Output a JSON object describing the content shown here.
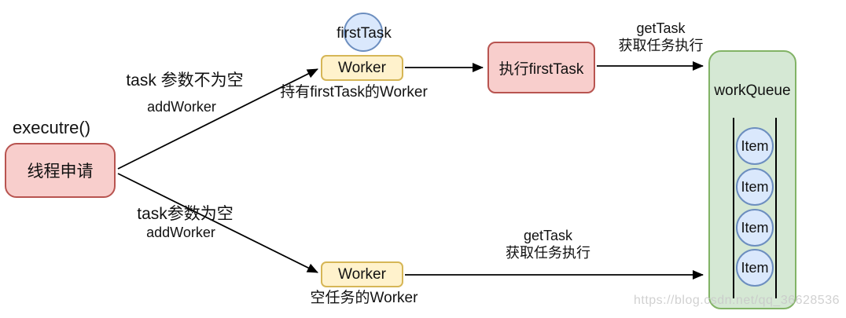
{
  "colors": {
    "pink_fill": "#F8CECC",
    "pink_border": "#B85450",
    "yellow_fill": "#FFF2CC",
    "yellow_border": "#D6B656",
    "green_fill": "#D5E8D4",
    "green_border": "#82B366",
    "blue_fill": "#DAE8FC",
    "blue_border": "#6C8EBF",
    "arrow": "#000000"
  },
  "nodes": {
    "thread_request": "线程申请",
    "first_task": "firstTask",
    "worker_top": "Worker",
    "exec_firsttask": "执行firstTask",
    "workqueue": "workQueue",
    "worker_bottom": "Worker",
    "items": [
      "Item",
      "Item",
      "Item",
      "Item"
    ]
  },
  "labels": {
    "execute": "executre()",
    "top_condition": "task 参数不为空",
    "top_addworker": "addWorker",
    "bottom_condition": "task参数为空",
    "bottom_addworker": "addWorker",
    "worker_top_caption": "持有firstTask的Worker",
    "worker_bottom_caption": "空任务的Worker",
    "gettask_top_line1": "getTask",
    "gettask_top_line2": "获取任务执行",
    "gettask_bottom_line1": "getTask",
    "gettask_bottom_line2": "获取任务执行"
  },
  "watermark": "https://blog.csdn.net/qq_36628536"
}
